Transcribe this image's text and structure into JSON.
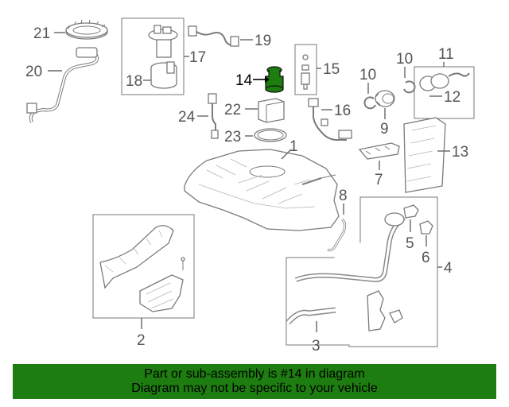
{
  "diagram": {
    "labels": {
      "l1": "1",
      "l2": "2",
      "l3": "3",
      "l4": "4",
      "l5": "5",
      "l6": "6",
      "l7": "7",
      "l8": "8",
      "l9": "9",
      "l10a": "10",
      "l10b": "10",
      "l11": "11",
      "l12": "12",
      "l13": "13",
      "l14": "14",
      "l15": "15",
      "l16": "16",
      "l17": "17",
      "l18": "18",
      "l19": "19",
      "l20": "20",
      "l21": "21",
      "l22": "22",
      "l23": "23",
      "l24": "24"
    },
    "highlight_color": "#1e7d10"
  },
  "banner": {
    "line1": "Part or sub-assembly is #14 in diagram",
    "line2": "Diagram may not be specific to your vehicle",
    "background": "#1e7d10"
  }
}
